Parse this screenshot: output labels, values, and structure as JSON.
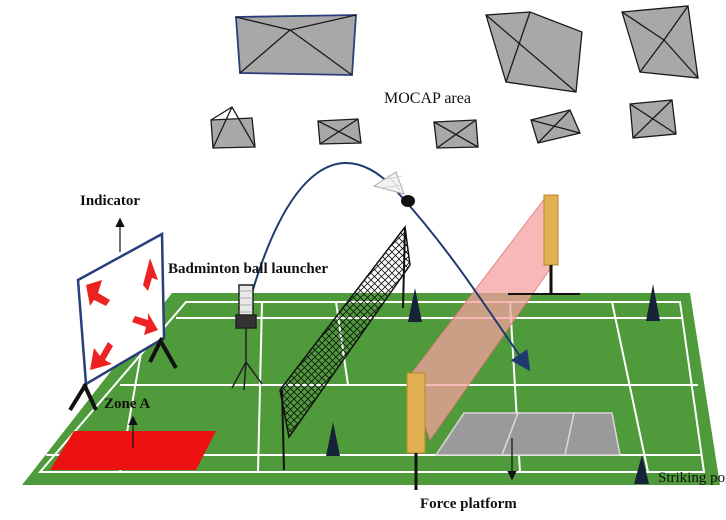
{
  "labels": {
    "mocap_area": "MOCAP area",
    "indicator": "Indicator",
    "ball_launcher": "Badminton ball launcher",
    "zone_a": "Zone A",
    "force_platform": "Force platform",
    "striking_point": "Striking point"
  },
  "colors": {
    "court_green": "#4f9a3a",
    "court_lines": "#ffffff",
    "zone_red": "#ee1111",
    "force_plate_gray": "#9a9a9a",
    "camera_gray": "#a6a6a6",
    "sensor_post": "#e0b052",
    "laser_beam": "#f4a0a0",
    "trajectory": "#1f3a6e",
    "marker_cone": "#152238"
  },
  "icons": [
    "mocap-camera-icon",
    "shuttlecock-icon",
    "ball-launcher-icon",
    "striking-point-cone-icon",
    "red-arrow-icon"
  ]
}
